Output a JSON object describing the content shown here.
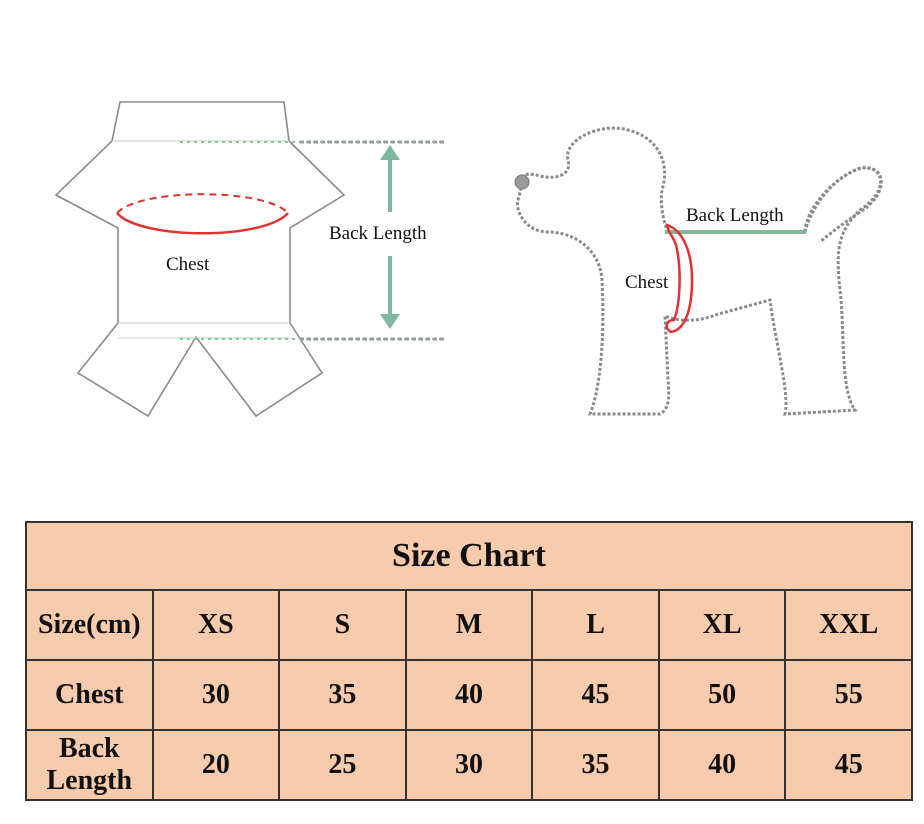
{
  "diagram": {
    "shirt": {
      "chest_label": "Chest",
      "back_length_label": "Back Length"
    },
    "dog": {
      "chest_label": "Chest",
      "back_length_label": "Back Length"
    },
    "colors": {
      "chest_line": "#e03030",
      "back_length_line": "#7fb89c",
      "outline": "#777777"
    }
  },
  "table": {
    "title": "Size Chart",
    "header_label": "Size(cm)",
    "sizes": [
      "XS",
      "S",
      "M",
      "L",
      "XL",
      "XXL"
    ],
    "rows": [
      {
        "label": "Chest",
        "values": [
          "30",
          "35",
          "40",
          "45",
          "50",
          "55"
        ]
      },
      {
        "label": "Back Length",
        "values": [
          "20",
          "25",
          "30",
          "35",
          "40",
          "45"
        ]
      }
    ],
    "background": "#f8cbad"
  }
}
